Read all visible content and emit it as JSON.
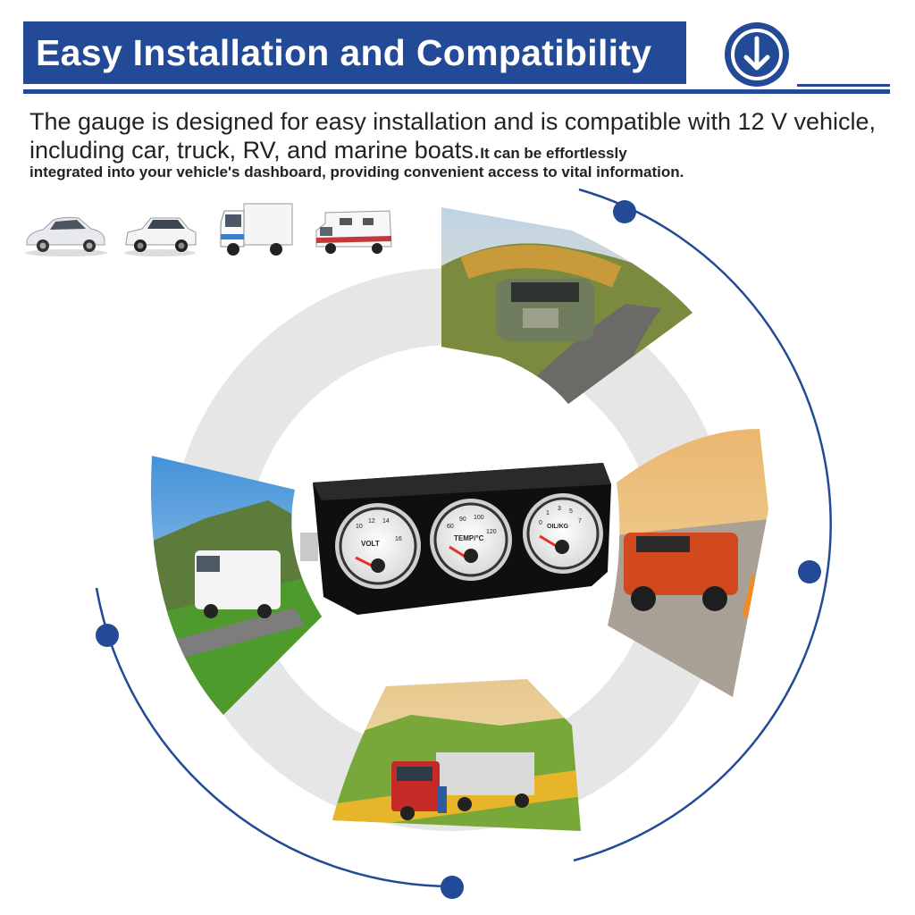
{
  "header": {
    "title": "Easy Installation and Compatibility"
  },
  "intro": {
    "line_big": "The gauge is designed for easy installation and is compatible with 12 V vehicle, including car, truck, RV, and marine boats.",
    "line_small_1": "It can be effortlessly",
    "line_small_2": "integrated into your vehicle's dashboard, providing convenient access to vital information."
  },
  "colors": {
    "brand_blue": "#234a96",
    "ring_grey": "#e6e6e6"
  },
  "icons": {
    "download": "arrow-down-circle-icon"
  },
  "vehicles": [
    "sedan",
    "suv",
    "box-truck",
    "motorhome"
  ],
  "gauges": [
    {
      "label": "VOLT",
      "ticks": [
        "10",
        "12",
        "14",
        "16"
      ]
    },
    {
      "label": "TEMP/°C",
      "ticks": [
        "60",
        "90",
        "100",
        "120"
      ]
    },
    {
      "label": "OIL/KG",
      "ticks": [
        "0",
        "1",
        "3",
        "5",
        "7"
      ]
    }
  ]
}
